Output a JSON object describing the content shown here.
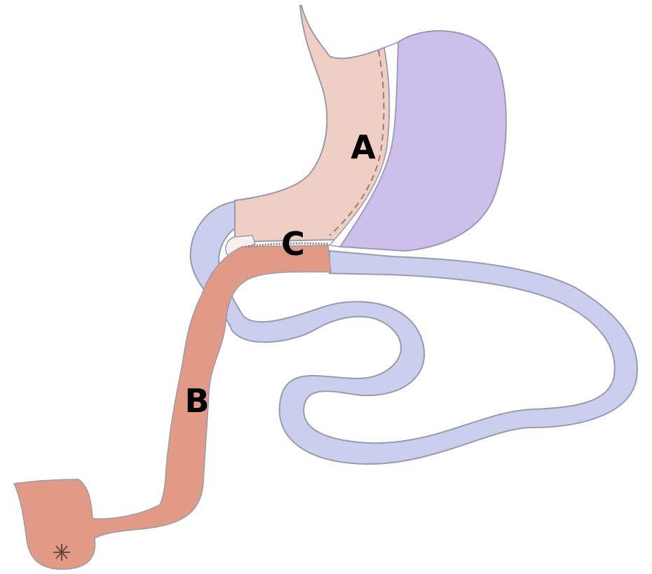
{
  "labels": {
    "a": "A",
    "b": "B",
    "c": "C"
  },
  "colors": {
    "background": "#ffffff",
    "outline": "#9a9aae",
    "gastric_pouch_fill": "#efcfc3",
    "excluded_stomach_fill": "#cdbfeb",
    "small_bowel_fill": "#c9cfec",
    "roux_limb_fill": "#e09a86",
    "staple_line": "#a0786c",
    "divider_fill": "#ffffff"
  },
  "icons": {
    "staple_line": "dashed-staple-line",
    "anastomosis": "stitched-join-line",
    "lumen_mark": "star-lumen-mark"
  }
}
